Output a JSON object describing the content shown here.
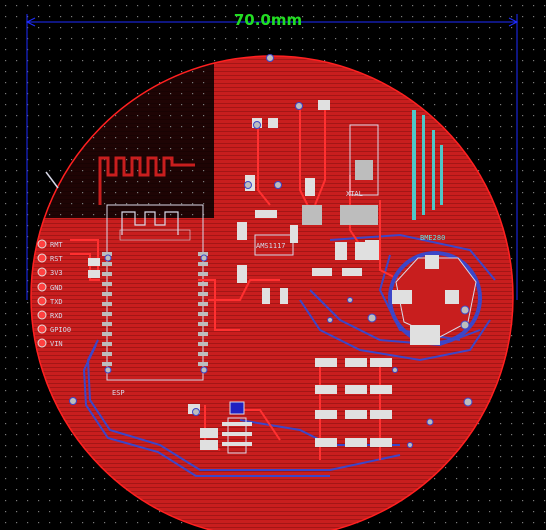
{
  "board": {
    "dimension_label": "70.0mm",
    "colors": {
      "background": "#000000",
      "copper_fill": "#c81e1e",
      "outline": "#ff2020",
      "dimension": "#1e2cff",
      "dimension_text": "#22dd22",
      "bottom_copper": "#3c46c8",
      "silkscreen": "#d8d8e8",
      "pad": "#bdbdbd",
      "grid_dot": "#7a7a7a"
    },
    "header_pins": {
      "labels": [
        "RMT",
        "RST",
        "3V3",
        "GND",
        "TXD",
        "RXD",
        "GPIO0",
        "VIN"
      ]
    },
    "components": {
      "antenna_module": "ESP",
      "regulator": "AMS1117",
      "oscillator": "XTAL",
      "sensor": "BME280"
    }
  }
}
